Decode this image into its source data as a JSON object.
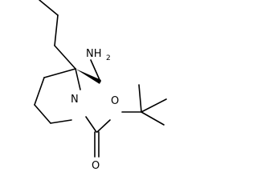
{
  "molecule": {
    "atoms": {
      "amine_n": "NH",
      "amine_h_count": "2",
      "ring_n": "N",
      "ester_o": "O",
      "carbonyl_o": "O"
    }
  }
}
